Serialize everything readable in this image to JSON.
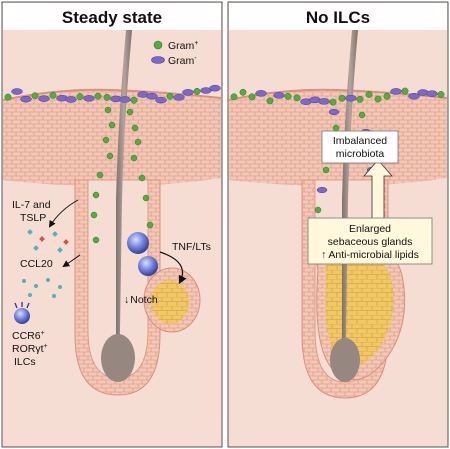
{
  "panels": {
    "left": {
      "title": "Steady state"
    },
    "right": {
      "title": "No ILCs"
    }
  },
  "legend": {
    "gram_pos": {
      "label": "Gram",
      "sup": "+",
      "color": "#4fae3f"
    },
    "gram_neg": {
      "label": "Gram",
      "sup": "-",
      "color": "#7b68c8"
    }
  },
  "left_labels": {
    "il7_line1": "IL-7 and",
    "il7_line2": "TSLP",
    "ccl20": "CCL20",
    "ilc_line1": "CCR6",
    "ilc_line1_sup": "+",
    "ilc_line2": "RORγt",
    "ilc_line2_sup": "+",
    "ilc_line3": "ILCs",
    "tnf": "TNF/LTs",
    "notch_arrow": "↓",
    "notch": "Notch"
  },
  "right_labels": {
    "box1_line1": "Imbalanced",
    "box1_line2": "microbiota",
    "box2_line1": "Enlarged",
    "box2_line2": "sebaceous glands",
    "box2_line3_arrow": "↑",
    "box2_line3": "Anti-microbial lipids"
  },
  "colors": {
    "dermis": "#f6ddd3",
    "epidermis": "#f3c8b6",
    "cell_line": "#d9907c",
    "hair": "#9a8a83",
    "sebocyte": "#f2c866",
    "ilc": "#5a6fd1",
    "cytokine_teal": "#4fb3b8",
    "cytokine_red": "#d6503f"
  }
}
